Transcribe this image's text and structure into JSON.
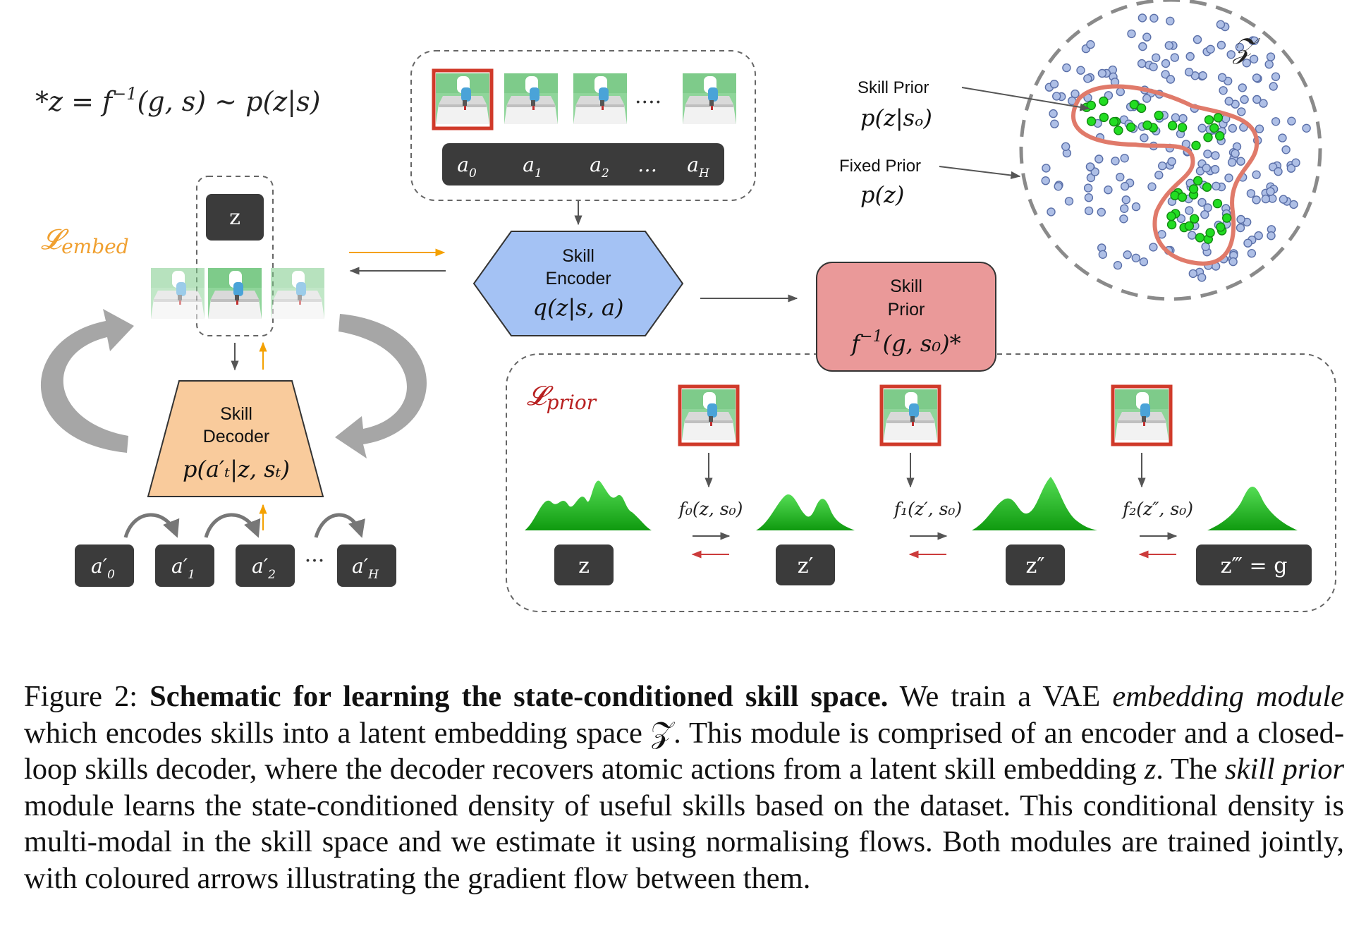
{
  "formula": {
    "lhs": "*z = f",
    "sup": "−1",
    "rhs": "(g, s) ∼ p(z|s)"
  },
  "embed_loss": {
    "main": "𝓛",
    "sub": "embed"
  },
  "prior_loss": {
    "main": "𝓛",
    "sub": "prior"
  },
  "latent_z_box": "z",
  "trajectory_actions": [
    {
      "base": "a",
      "sub": "0"
    },
    {
      "base": "a",
      "sub": "1"
    },
    {
      "base": "a",
      "sub": "2"
    },
    {
      "base": "…",
      "sub": ""
    },
    {
      "base": "a",
      "sub": "H"
    }
  ],
  "trajectory_ellipsis": "....",
  "decoder_actions": [
    {
      "base": "a′",
      "sub": "0"
    },
    {
      "base": "a′",
      "sub": "1"
    },
    {
      "base": "a′",
      "sub": "2"
    },
    {
      "base": "a′",
      "sub": "H"
    }
  ],
  "decoder_ellipsis": "···",
  "skill_encoder": {
    "line1": "Skill",
    "line2": "Encoder",
    "formula": "q(z|s, a)"
  },
  "skill_decoder": {
    "line1": "Skill",
    "line2": "Decoder",
    "formula": "p(a′ₜ|z, sₜ)"
  },
  "skill_prior_box": {
    "line1": "Skill",
    "line2": "Prior",
    "formula_main": "f",
    "formula_sup": "−1",
    "formula_rest": "(g, s₀)*"
  },
  "latent_space": {
    "space_label": "𝒵",
    "skill_prior_label": "Skill Prior",
    "skill_prior_formula": "p(z|sₒ)",
    "fixed_prior_label": "Fixed Prior",
    "fixed_prior_formula": "p(z)"
  },
  "flow_steps": [
    {
      "node": "z",
      "transform": "f₀(z, s₀)"
    },
    {
      "node": "z′",
      "transform": "f₁(z′, s₀)"
    },
    {
      "node": "z″",
      "transform": "f₂(z″, s₀)"
    },
    {
      "node": "z‴ = g",
      "transform": ""
    }
  ],
  "colors": {
    "dark_box": "#3b3b3b",
    "encoder_fill": "#a4c2f4",
    "decoder_fill": "#f9cb9c",
    "prior_fill": "#ea9999",
    "gradient_orange": "#f4a100",
    "gradient_red": "#cc3b3b",
    "density_green": "#1fb81f",
    "prior_outline": "#e07a6a",
    "point_blue": "#aebfe6",
    "point_green": "#22dd22",
    "embed_label": "#f0a030",
    "prior_label": "#b82020"
  },
  "caption": {
    "label": "Figure 2: ",
    "bold": "Schematic for learning the state-conditioned skill space.",
    "t1": " We train a VAE ",
    "i1": "embedding module",
    "t2": " which encodes skills into a latent embedding space 𝒵.  This module is comprised of an encoder and a closed-loop skills decoder, where the decoder recovers atomic actions from a latent skill embedding ",
    "i2": "z",
    "t3": ". The ",
    "i3": "skill prior",
    "t4": " module learns the state-conditioned density of useful skills based on the dataset. This conditional density is multi-modal in the skill space and we estimate it using normalising flows. Both modules are trained jointly, with coloured arrows illustrating the gradient flow between them."
  }
}
